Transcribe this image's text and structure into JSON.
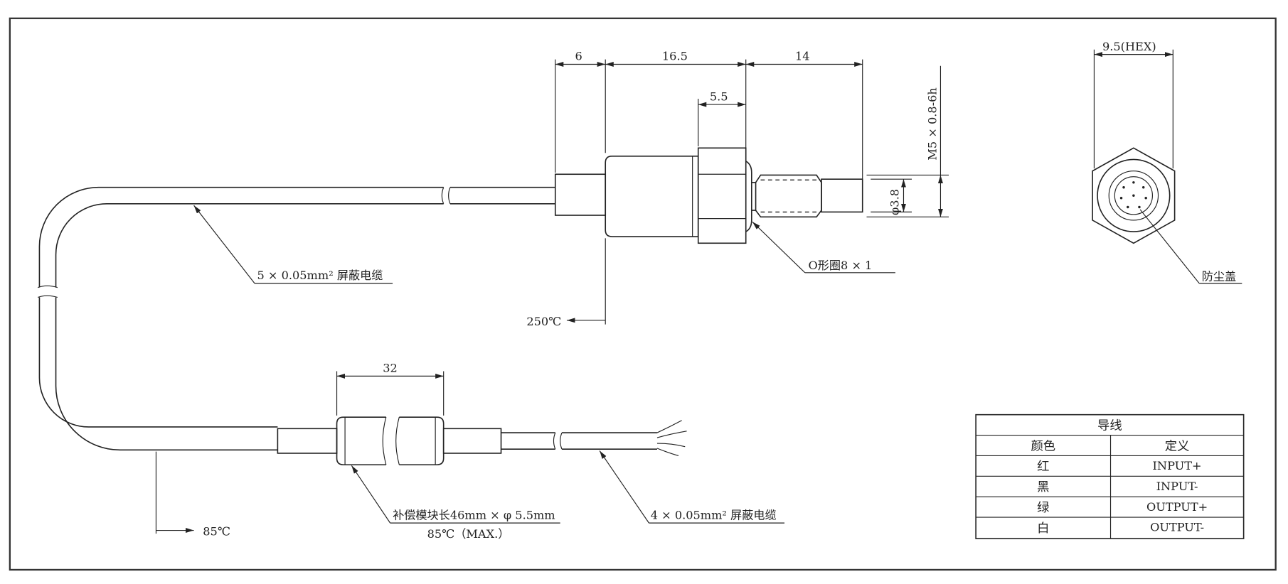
{
  "dimensions": {
    "d_cable_tube": "6",
    "d_body": "16.5",
    "d_thread": "14",
    "d_hex_width": "5.5",
    "thread_spec": "M5 × 0.8-6h",
    "tip_diameter": "φ3.8",
    "hex_size": "9.5(HEX)",
    "module_length": "32"
  },
  "labels": {
    "top_cable": "5 × 0.05mm² 屏蔽电缆",
    "oring": "O形圈8 × 1",
    "temp_body": "250℃",
    "temp_cable": "85℃",
    "module_line1": "补偿模块长46mm × φ 5.5mm",
    "module_line2": "85℃（MAX.）",
    "bottom_cable": "4 × 0.05mm² 屏蔽电缆",
    "dust_cap": "防尘盖"
  },
  "wire_table": {
    "title": "导线",
    "headers": [
      "颜色",
      "定义"
    ],
    "rows": [
      [
        "红",
        "INPUT+"
      ],
      [
        "黑",
        "INPUT-"
      ],
      [
        "绿",
        "OUTPUT+"
      ],
      [
        "白",
        "OUTPUT-"
      ]
    ]
  }
}
